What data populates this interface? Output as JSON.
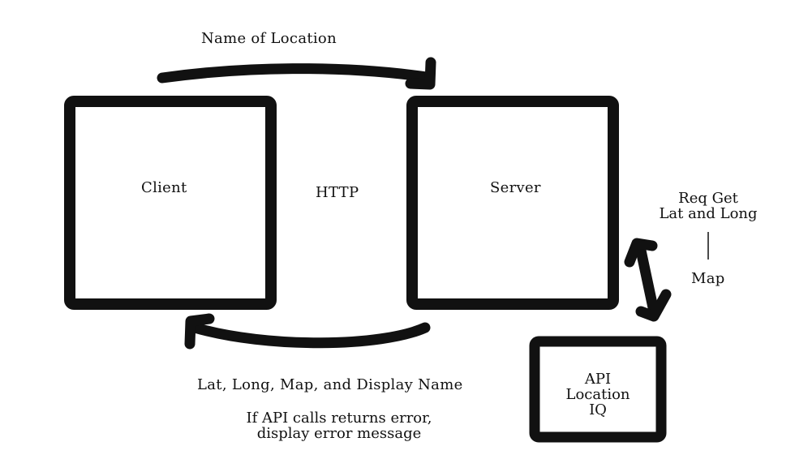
{
  "diagram": {
    "nodes": {
      "client": {
        "label": "Client"
      },
      "server": {
        "label": "Server"
      },
      "api": {
        "lines": [
          "API",
          "Location",
          "IQ"
        ]
      }
    },
    "edges": {
      "request": {
        "label": "Name of Location"
      },
      "protocol": {
        "label": "HTTP"
      },
      "response": {
        "label": "Lat, Long, Map, and Display Name",
        "note_lines": [
          "If API calls returns error,",
          "display error message"
        ]
      },
      "server_api": {
        "lines": [
          "Req Get",
          "Lat and Long"
        ],
        "return_label": "Map"
      }
    },
    "colors": {
      "ink": "#111111",
      "background": "#ffffff"
    }
  }
}
